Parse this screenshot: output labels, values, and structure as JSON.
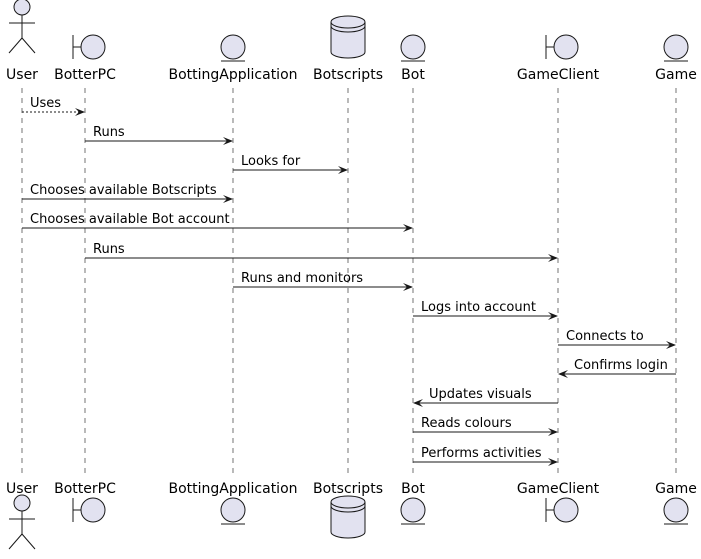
{
  "participants": [
    {
      "id": "user",
      "name": "User",
      "kind": "actor"
    },
    {
      "id": "botterpc",
      "name": "BotterPC",
      "kind": "boundary"
    },
    {
      "id": "bottingapp",
      "name": "BottingApplication",
      "kind": "entity"
    },
    {
      "id": "botscripts",
      "name": "Botscripts",
      "kind": "database"
    },
    {
      "id": "bot",
      "name": "Bot",
      "kind": "entity"
    },
    {
      "id": "gameclient",
      "name": "GameClient",
      "kind": "boundary"
    },
    {
      "id": "game",
      "name": "Game",
      "kind": "entity"
    }
  ],
  "messages": [
    {
      "from": "user",
      "to": "botterpc",
      "label": "Uses",
      "style": "dashed"
    },
    {
      "from": "botterpc",
      "to": "bottingapp",
      "label": "Runs",
      "style": "solid"
    },
    {
      "from": "bottingapp",
      "to": "botscripts",
      "label": "Looks for",
      "style": "solid"
    },
    {
      "from": "user",
      "to": "bottingapp",
      "label": "Chooses available Botscripts",
      "style": "solid"
    },
    {
      "from": "user",
      "to": "bot",
      "label": "Chooses available Bot account",
      "style": "solid"
    },
    {
      "from": "botterpc",
      "to": "gameclient",
      "label": "Runs",
      "style": "solid"
    },
    {
      "from": "bottingapp",
      "to": "bot",
      "label": "Runs and monitors",
      "style": "solid"
    },
    {
      "from": "bot",
      "to": "gameclient",
      "label": "Logs into account",
      "style": "solid"
    },
    {
      "from": "gameclient",
      "to": "game",
      "label": "Connects to",
      "style": "solid"
    },
    {
      "from": "game",
      "to": "gameclient",
      "label": "Confirms login",
      "style": "solid"
    },
    {
      "from": "gameclient",
      "to": "bot",
      "label": "Updates visuals",
      "style": "solid"
    },
    {
      "from": "bot",
      "to": "gameclient",
      "label": "Reads colours",
      "style": "solid"
    },
    {
      "from": "bot",
      "to": "gameclient",
      "label": "Performs activities",
      "style": "solid"
    }
  ],
  "colors": {
    "participant_fill": "#E2E2F0",
    "line": "#181818",
    "text": "#000000",
    "background": "#FFFFFF"
  }
}
